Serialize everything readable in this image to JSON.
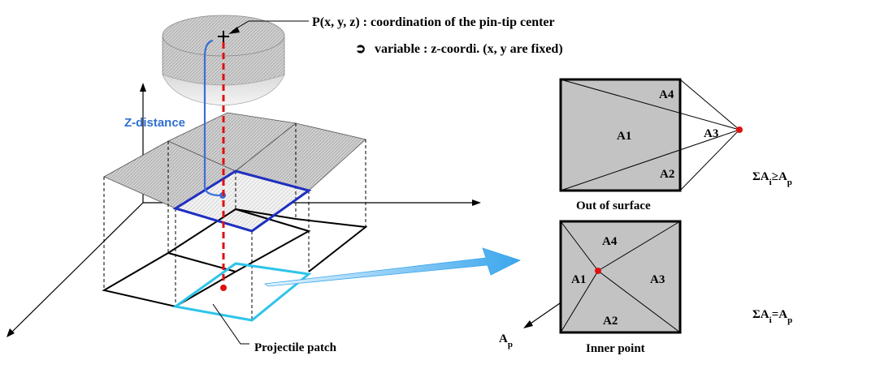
{
  "annotations": {
    "pin_tip": "P(x, y, z) : coordination of the pin-tip center",
    "variable_symbol": "➲",
    "variable_text": "variable : z-coordi. (x, y are fixed)",
    "z_distance": "Z-distance",
    "projectile_patch": "Projectile patch"
  },
  "panel_out": {
    "caption": "Out of surface",
    "areas": [
      "A1",
      "A2",
      "A3",
      "A4"
    ],
    "formula_prefix": "ΣA",
    "formula_sub1": "i",
    "formula_op": "≥",
    "formula_mid": "A",
    "formula_sub2": "p"
  },
  "panel_in": {
    "caption": "Inner point",
    "areas": [
      "A1",
      "A2",
      "A3",
      "A4"
    ],
    "formula_prefix": "ΣA",
    "formula_sub1": "i",
    "formula_op": "=",
    "formula_mid": "A",
    "formula_sub2": "p",
    "ap_main": "A",
    "ap_sub": "p"
  },
  "colors": {
    "pin_fill": "#bdbdbd",
    "surface_fill": "#c8c8c8",
    "patch_blue": "#1f2fc0",
    "patch_cyan": "#2ec4ea",
    "pin_path": "#3a6fd8",
    "red_axis": "#e01010",
    "panel_fill": "#c3c3c3",
    "arrow_fill": "#49b0ee"
  }
}
